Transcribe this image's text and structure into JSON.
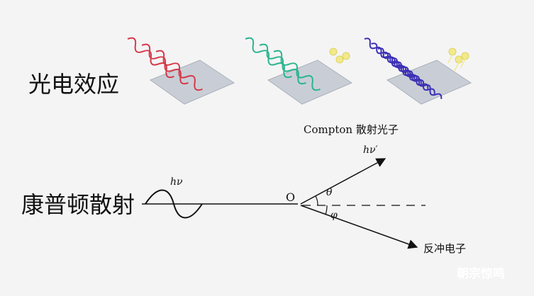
{
  "rows": [
    {
      "label": "光电效应"
    },
    {
      "label": "康普顿散射"
    }
  ],
  "photoelectric_panels": [
    {
      "wave_color": "#d43a4a",
      "wave_count": 3,
      "electrons": 0
    },
    {
      "wave_color": "#2bb48f",
      "wave_count": 3,
      "electrons": 3
    },
    {
      "wave_color": "#3b2fb5",
      "wave_count": 5,
      "electrons": 3
    }
  ],
  "compton": {
    "incident_label": "hν",
    "origin_label": "O",
    "scattered_label": "hν′",
    "theta_label": "θ",
    "phi_label": "φ",
    "scattered_caption": "Compton 散射光子",
    "electron_caption": "反冲电子"
  },
  "colors": {
    "plate": "#c9ced6",
    "plate_edge": "#a9b0bb",
    "electron": "#f2e98a",
    "line": "#111111"
  },
  "watermark": "朝宗惊鸣"
}
